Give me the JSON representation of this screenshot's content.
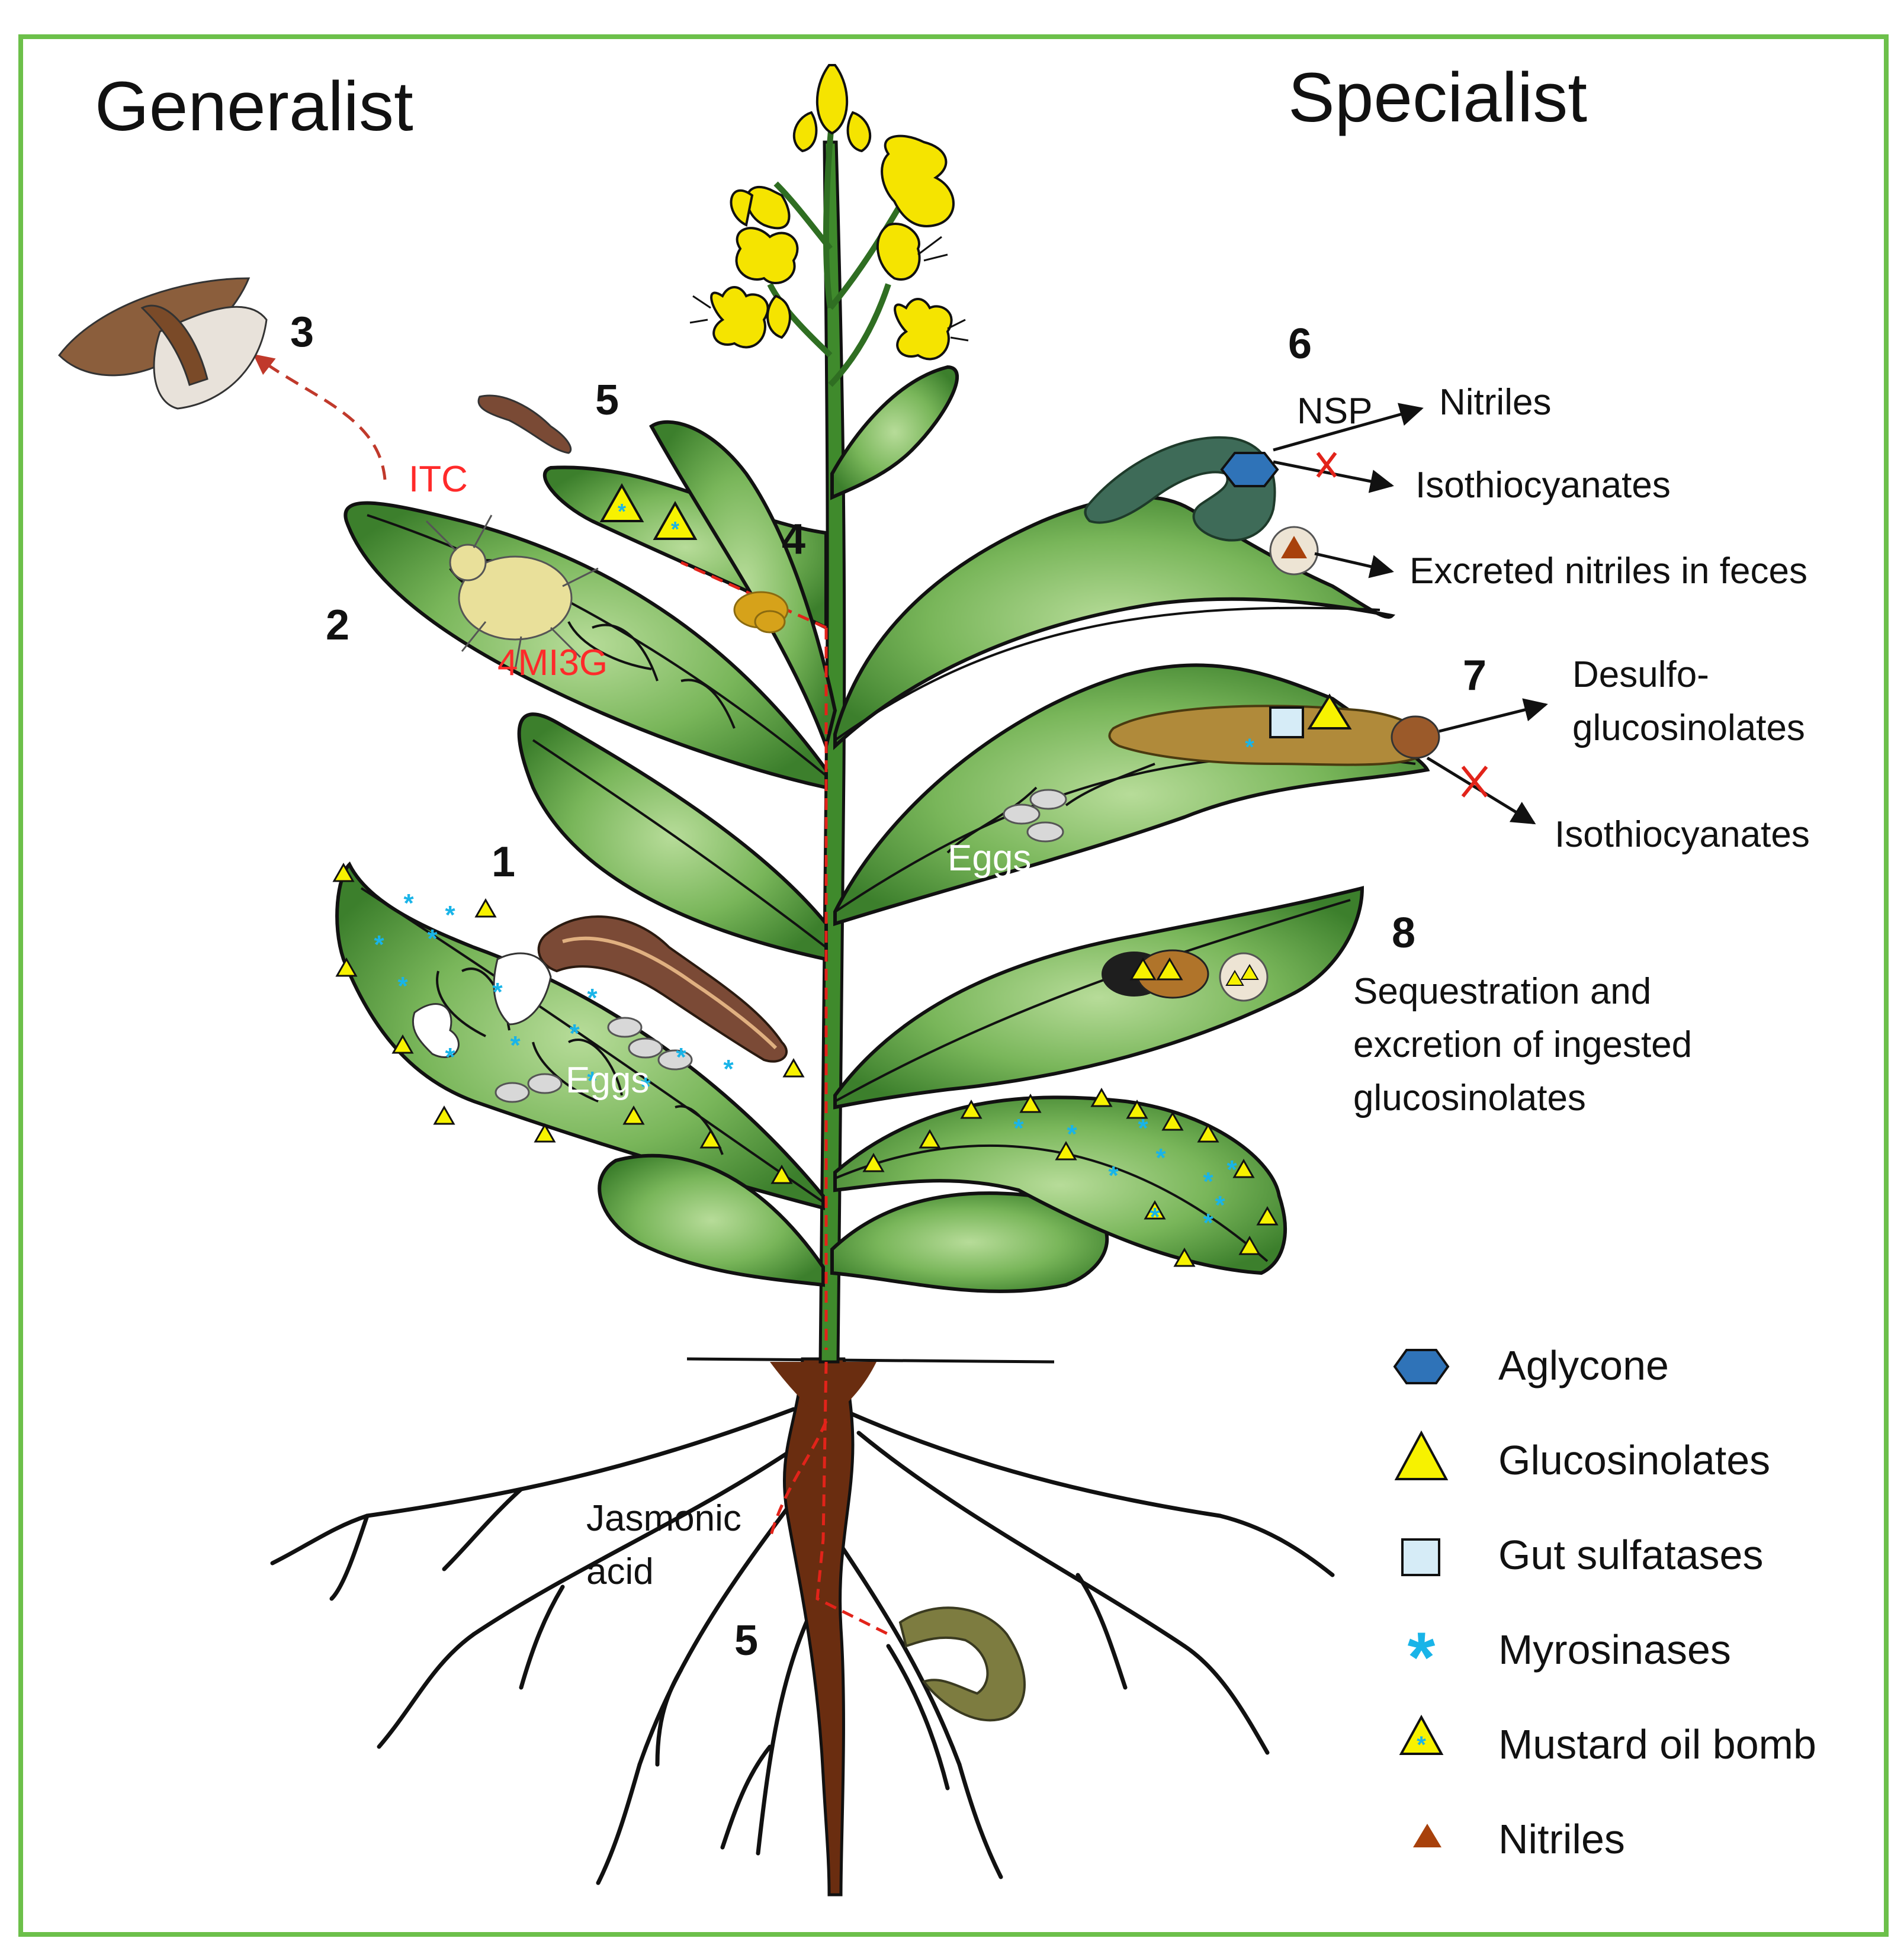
{
  "headings": {
    "generalist": "Generalist",
    "specialist": "Specialist"
  },
  "numbers": {
    "n1": "1",
    "n2": "2",
    "n3": "3",
    "n4": "4",
    "n5_top": "5",
    "n5_root": "5",
    "n6": "6",
    "n7": "7",
    "n8": "8"
  },
  "generalist_labels": {
    "itc": "ITC",
    "4mi3g": "4MI3G",
    "eggs_left": "Eggs",
    "jasmonic_1": "Jasmonic",
    "jasmonic_2": "acid"
  },
  "specialist_labels": {
    "nsp": "NSP",
    "nitriles": "Nitriles",
    "isothiocyanates_1": "Isothiocyanates",
    "excreted": "Excreted nitriles in feces",
    "desulfo_1": "Desulfo-",
    "desulfo_2": "glucosinolates",
    "isothiocyanates_2": "Isothiocyanates",
    "eggs_right": "Eggs",
    "seq_1": "Sequestration and",
    "seq_2": "excretion of ingested",
    "seq_3": "glucosinolates"
  },
  "legend": {
    "items": [
      {
        "label": "Aglycone",
        "icon": "blue-hexagon-icon"
      },
      {
        "label": "Glucosinolates",
        "icon": "yellow-triangle-icon"
      },
      {
        "label": "Gut sulfatases",
        "icon": "light-blue-square-icon"
      },
      {
        "label": "Myrosinases",
        "icon": "blue-asterisk-icon"
      },
      {
        "label": "Mustard oil bomb",
        "icon": "yellow-triangle-asterisk-icon"
      },
      {
        "label": "Nitriles",
        "icon": "brown-triangle-icon"
      }
    ]
  },
  "colors": {
    "frame": "#6cc04a",
    "leaf": "#4f9a3c",
    "leaf_light": "#a7d08a",
    "stem": "#3f8a2c",
    "root": "#1a1a1a",
    "taproot": "#6a2d10",
    "flower": "#f5e400",
    "glucosinolate": "#f7f200",
    "myrosinase": "#19b4e8",
    "aglycone": "#2f73b8",
    "sulfatase": "#d6ecf7",
    "nitrile": "#a8410c",
    "signal": "#e2231a"
  }
}
